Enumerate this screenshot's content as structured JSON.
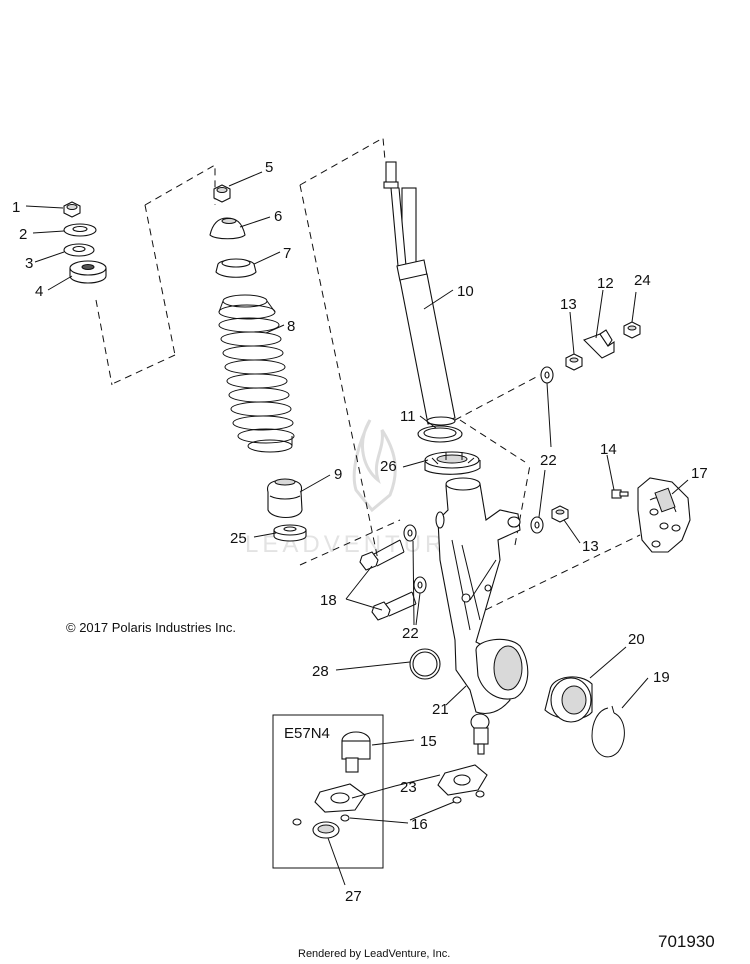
{
  "callouts": [
    {
      "id": "1",
      "label": "1"
    },
    {
      "id": "2",
      "label": "2"
    },
    {
      "id": "3",
      "label": "3"
    },
    {
      "id": "4",
      "label": "4"
    },
    {
      "id": "5",
      "label": "5"
    },
    {
      "id": "6",
      "label": "6"
    },
    {
      "id": "7",
      "label": "7"
    },
    {
      "id": "8",
      "label": "8"
    },
    {
      "id": "9",
      "label": "9"
    },
    {
      "id": "10",
      "label": "10"
    },
    {
      "id": "11",
      "label": "11"
    },
    {
      "id": "12",
      "label": "12"
    },
    {
      "id": "13a",
      "label": "13"
    },
    {
      "id": "13b",
      "label": "13"
    },
    {
      "id": "14",
      "label": "14"
    },
    {
      "id": "15",
      "label": "15"
    },
    {
      "id": "16",
      "label": "16"
    },
    {
      "id": "17",
      "label": "17"
    },
    {
      "id": "18",
      "label": "18"
    },
    {
      "id": "19",
      "label": "19"
    },
    {
      "id": "20",
      "label": "20"
    },
    {
      "id": "21",
      "label": "21"
    },
    {
      "id": "22a",
      "label": "22"
    },
    {
      "id": "22b",
      "label": "22"
    },
    {
      "id": "23",
      "label": "23"
    },
    {
      "id": "24",
      "label": "24"
    },
    {
      "id": "25",
      "label": "25"
    },
    {
      "id": "26",
      "label": "26"
    },
    {
      "id": "27",
      "label": "27"
    },
    {
      "id": "28",
      "label": "28"
    }
  ],
  "inset_label": "E57N4",
  "copyright": "© 2017 Polaris Industries Inc.",
  "watermark": "LEADVENTURE",
  "rendered_by": "Rendered by LeadVenture, Inc.",
  "diagram_number": "701930"
}
